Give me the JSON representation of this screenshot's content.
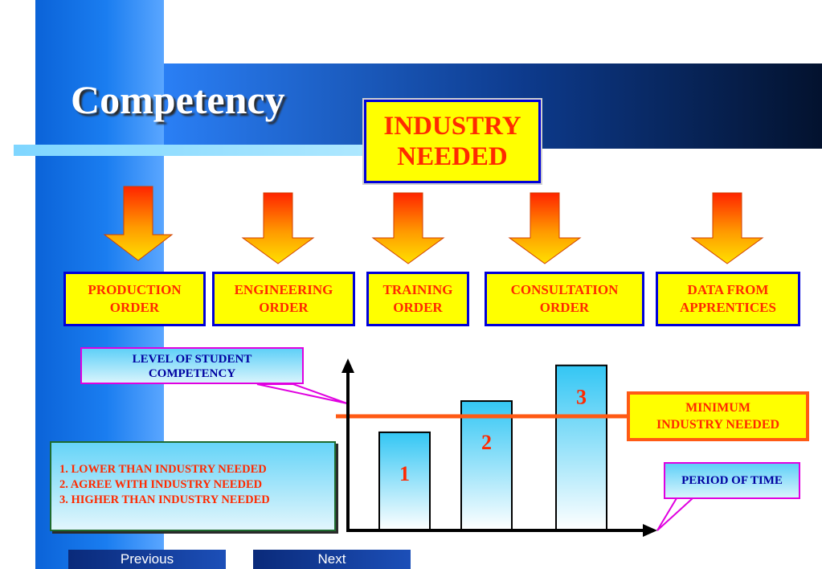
{
  "title": "Competency",
  "industry_box": {
    "line1": "INDUSTRY",
    "line2": "NEEDED"
  },
  "orders": [
    {
      "line1": "PRODUCTION",
      "line2": "ORDER"
    },
    {
      "line1": "ENGINEERING",
      "line2": "ORDER"
    },
    {
      "line1": "TRAINING",
      "line2": "ORDER"
    },
    {
      "line1": "CONSULTATION",
      "line2": "ORDER"
    },
    {
      "line1": "DATA FROM",
      "line2": "APPRENTICES"
    }
  ],
  "callout_level": {
    "line1": "LEVEL OF STUDENT",
    "line2": "COMPETENCY"
  },
  "callout_period": "PERIOD OF TIME",
  "min_box": {
    "line1": "MINIMUM",
    "line2": "INDUSTRY NEEDED"
  },
  "legend": [
    "1. LOWER THAN INDUSTRY NEEDED",
    "2. AGREE WITH INDUSTRY NEEDED",
    "3. HIGHER THAN INDUSTRY NEEDED"
  ],
  "nav": {
    "previous": "Previous",
    "next": "Next"
  },
  "colors": {
    "box_fill": "#ffff00",
    "box_border": "#0000d8",
    "text_red": "#ff2a00",
    "min_line": "#ff5a14",
    "callout_border": "#e000e0"
  },
  "chart_data": {
    "type": "bar",
    "categories": [
      "1",
      "2",
      "3"
    ],
    "values": [
      1.1,
      1.45,
      1.85
    ],
    "threshold": 1.2,
    "ylim": [
      0,
      2.0
    ],
    "xlabel": "PERIOD OF TIME",
    "ylabel": "LEVEL OF STUDENT COMPETENCY"
  }
}
